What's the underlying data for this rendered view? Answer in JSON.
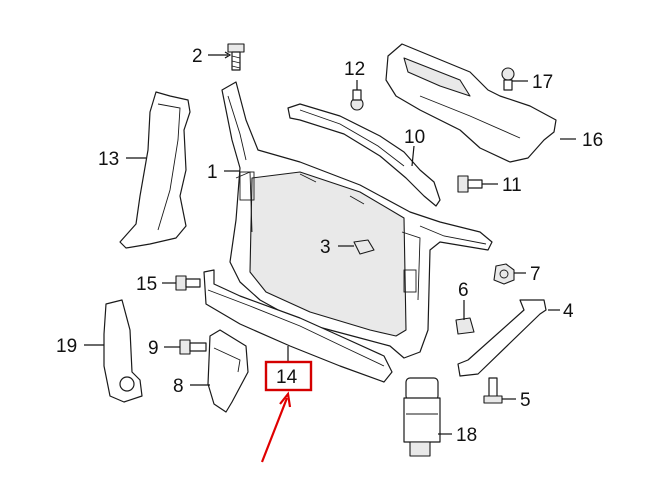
{
  "diagram": {
    "highlight_color": "#e00000",
    "callouts": [
      {
        "id": "c1",
        "label": "1"
      },
      {
        "id": "c2",
        "label": "2"
      },
      {
        "id": "c3",
        "label": "3"
      },
      {
        "id": "c4",
        "label": "4"
      },
      {
        "id": "c5",
        "label": "5"
      },
      {
        "id": "c6",
        "label": "6"
      },
      {
        "id": "c7",
        "label": "7"
      },
      {
        "id": "c8",
        "label": "8"
      },
      {
        "id": "c9",
        "label": "9"
      },
      {
        "id": "c10",
        "label": "10"
      },
      {
        "id": "c11",
        "label": "11"
      },
      {
        "id": "c12",
        "label": "12"
      },
      {
        "id": "c13",
        "label": "13"
      },
      {
        "id": "c14",
        "label": "14",
        "highlighted": true
      },
      {
        "id": "c15",
        "label": "15"
      },
      {
        "id": "c16",
        "label": "16"
      },
      {
        "id": "c17",
        "label": "17"
      },
      {
        "id": "c18",
        "label": "18"
      },
      {
        "id": "c19",
        "label": "19"
      }
    ]
  }
}
